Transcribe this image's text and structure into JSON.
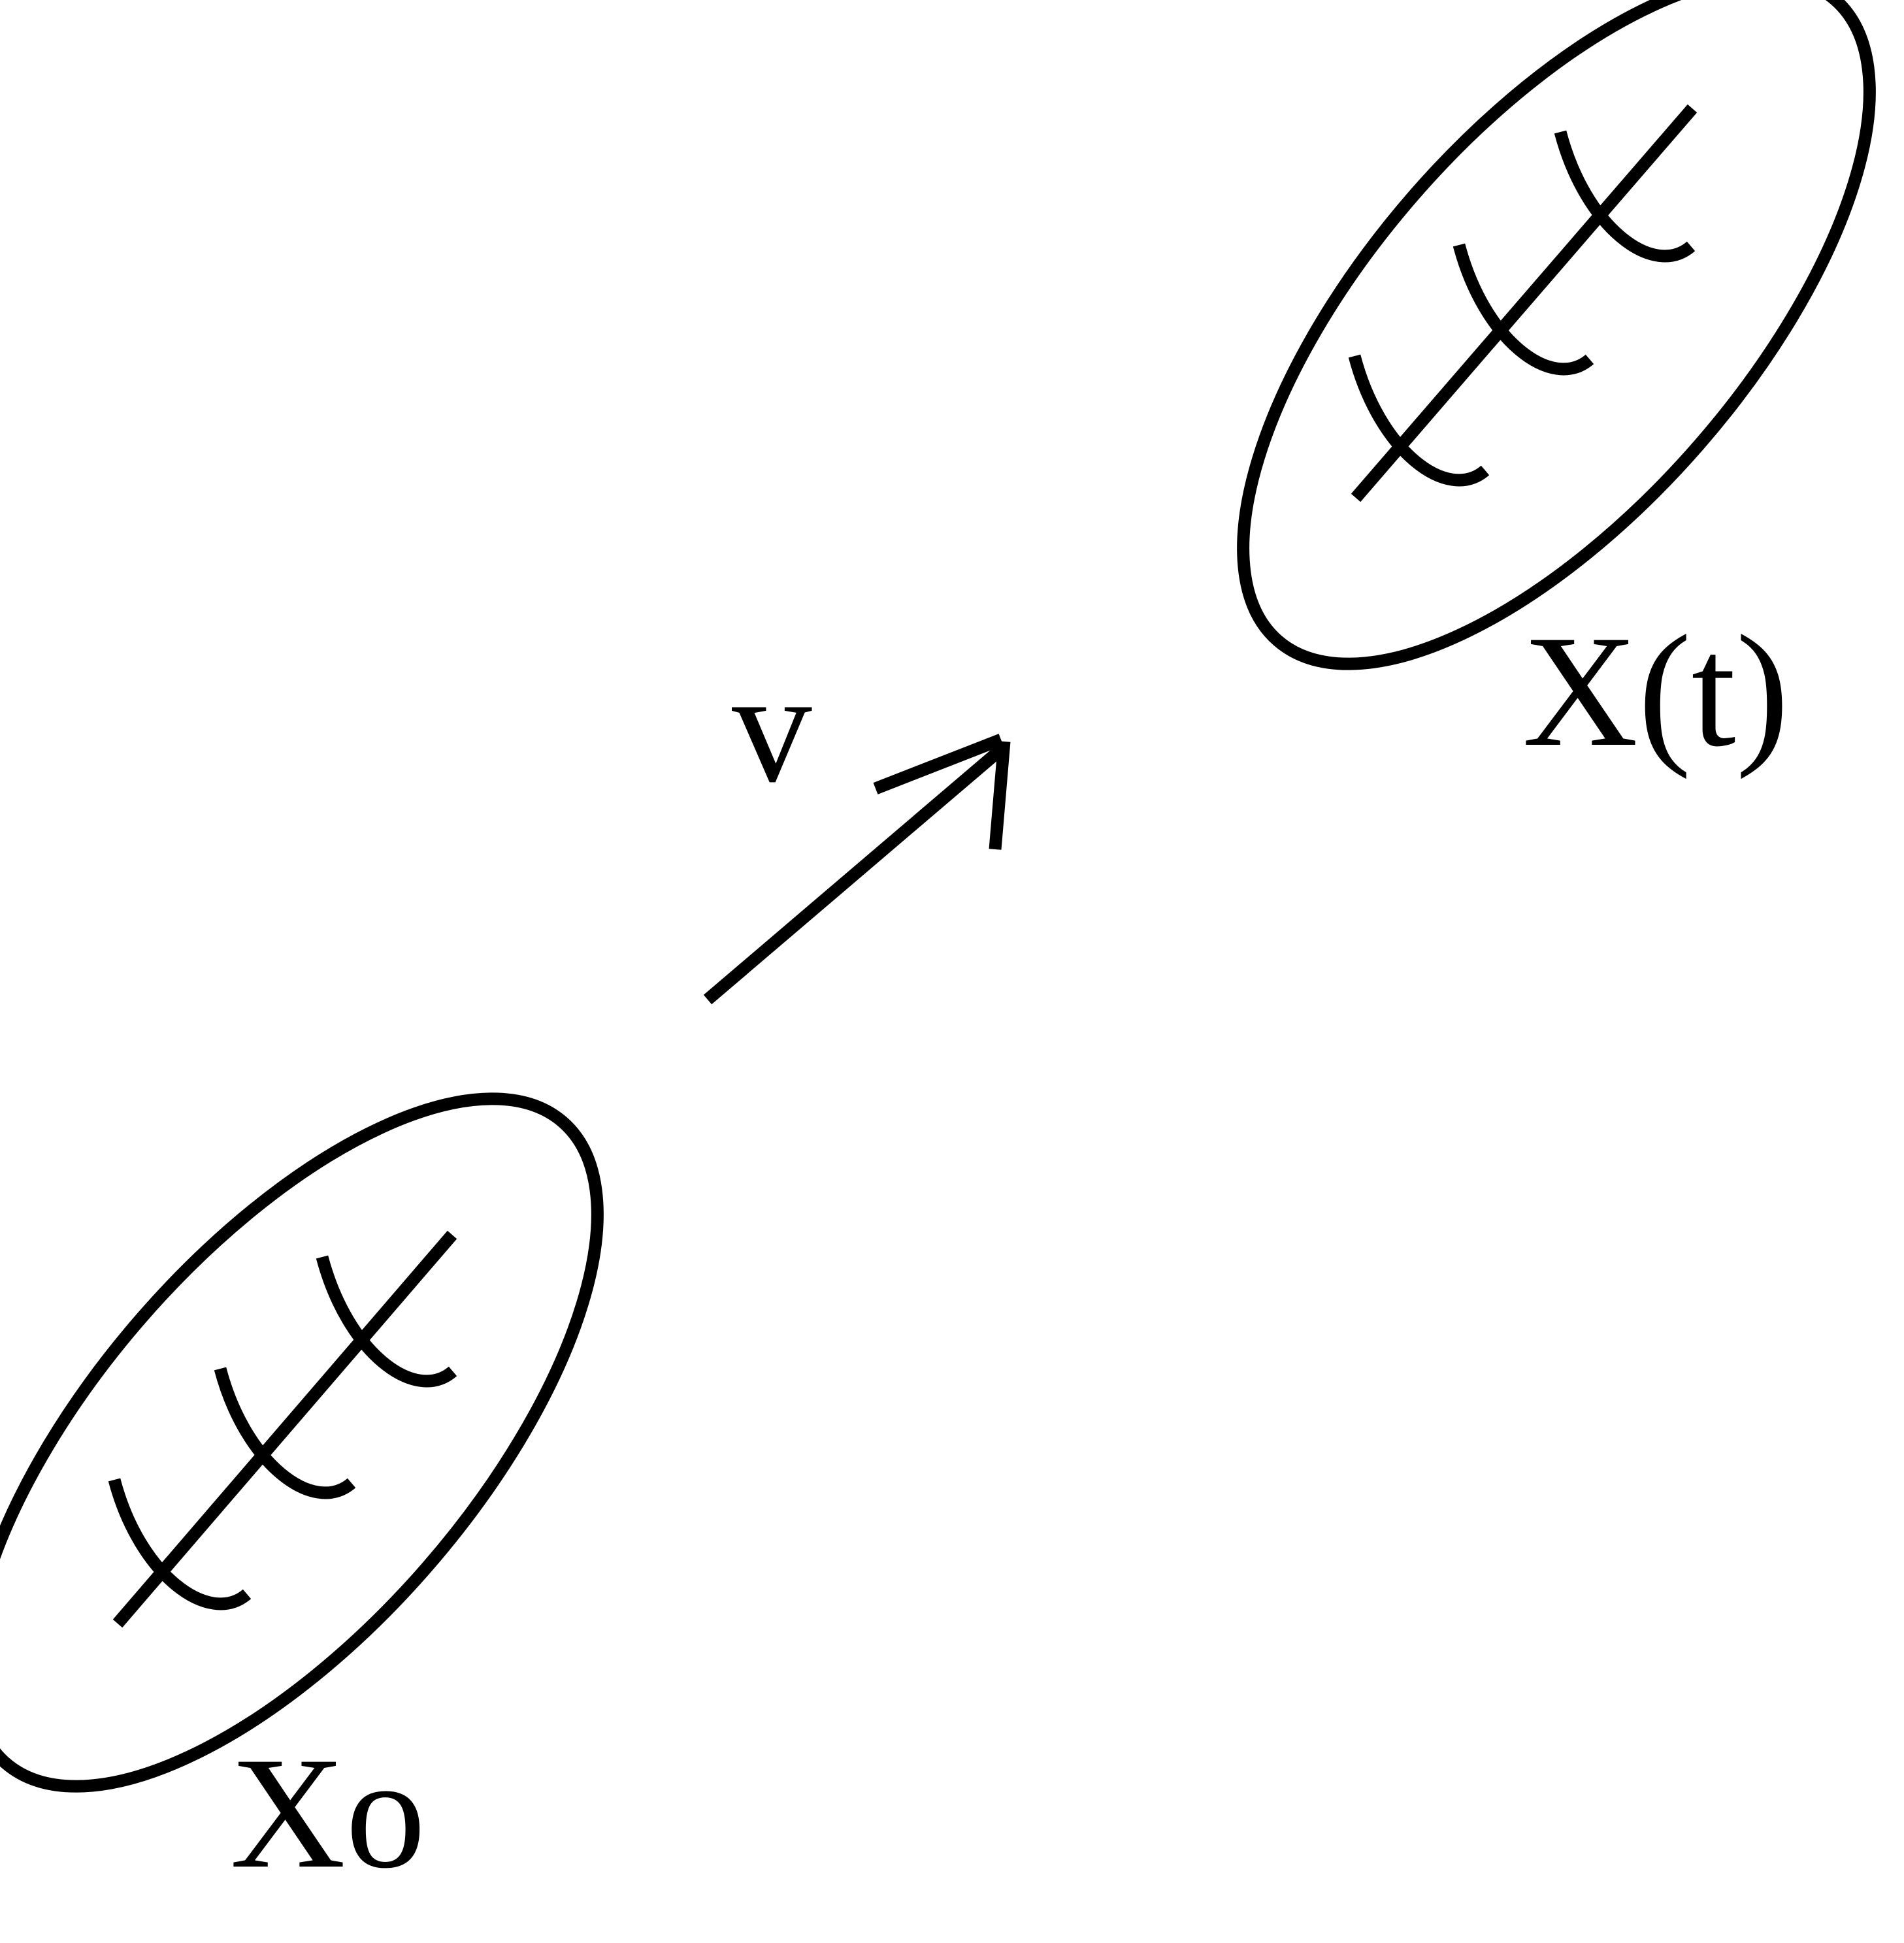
{
  "colors": {
    "background": "#ffffff",
    "ink": "#000000"
  },
  "labels": {
    "initial_state": "Xo",
    "final_state": "X(t)",
    "velocity": "v"
  }
}
